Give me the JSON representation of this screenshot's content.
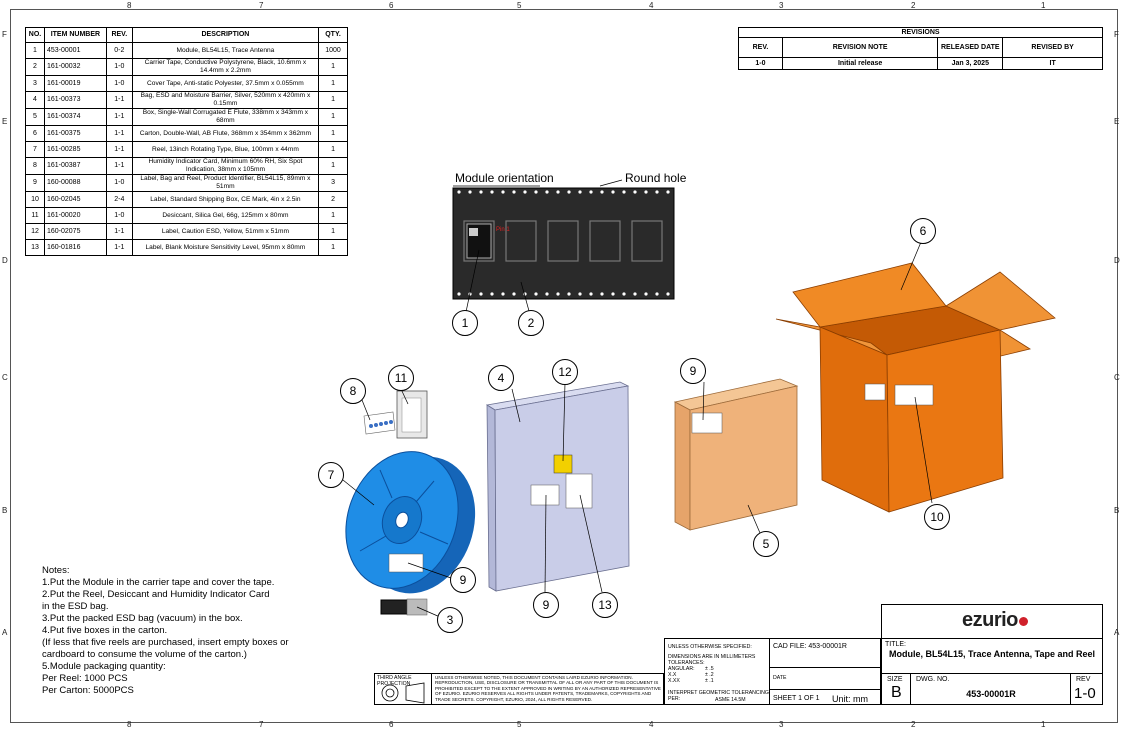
{
  "zones": {
    "top": [
      "8",
      "7",
      "6",
      "5",
      "4",
      "3",
      "2",
      "1"
    ],
    "side": [
      "F",
      "E",
      "D",
      "C",
      "B",
      "A"
    ]
  },
  "bom": {
    "headers": [
      "NO.",
      "ITEM NUMBER",
      "REV.",
      "DESCRIPTION",
      "QTY."
    ],
    "rows": [
      [
        "1",
        "453-00001",
        "0-2",
        "Module, BL54L15, Trace Antenna",
        "1000"
      ],
      [
        "2",
        "161-00032",
        "1-0",
        "Carrier Tape, Conductive Polystyrene, Black, 10.6mm x 14.4mm x 2.2mm",
        "1"
      ],
      [
        "3",
        "161-00019",
        "1-0",
        "Cover Tape, Anti-static Polyester, 37.5mm x 0.055mm",
        "1"
      ],
      [
        "4",
        "161-00373",
        "1-1",
        "Bag, ESD and Moisture Barrier, Silver, 520mm x 420mm x 0.15mm",
        "1"
      ],
      [
        "5",
        "161-00374",
        "1-1",
        "Box, Single-Wall Corrugated E Flute, 338mm x 343mm x 68mm",
        "1"
      ],
      [
        "6",
        "161-00375",
        "1-1",
        "Carton, Double-Wall, AB Flute, 368mm x 354mm x 362mm",
        "1"
      ],
      [
        "7",
        "161-00285",
        "1-1",
        "Reel, 13inch Rotating Type, Blue, 100mm x 44mm",
        "1"
      ],
      [
        "8",
        "161-00387",
        "1-1",
        "Humidity Indicator Card, Minimum 60% RH, Six Spot Indication, 38mm x 105mm",
        "1"
      ],
      [
        "9",
        "160-00088",
        "1-0",
        "Label, Bag and Reel, Product Identifier, BL54L15, 89mm x 51mm",
        "3"
      ],
      [
        "10",
        "160-02045",
        "2-4",
        "Label, Standard Shipping Box, CE Mark, 4in x 2.5in",
        "2"
      ],
      [
        "11",
        "161-00020",
        "1-0",
        "Desiccant, Silica Gel, 66g, 125mm x 80mm",
        "1"
      ],
      [
        "12",
        "160-02075",
        "1-1",
        "Label, Caution ESD, Yellow, 51mm x 51mm",
        "1"
      ],
      [
        "13",
        "160-01816",
        "1-1",
        "Label, Blank Moisture Sensitivity Level, 95mm x 80mm",
        "1"
      ]
    ]
  },
  "revisions": {
    "title": "REVISIONS",
    "headers": [
      "REV.",
      "REVISION NOTE",
      "RELEASED DATE",
      "REVISED BY"
    ],
    "row": [
      "1-0",
      "Initial release",
      "Jan 3, 2025",
      "IT"
    ]
  },
  "drawing": {
    "module_orientation": "Module orientation",
    "round_hole": "Round hole",
    "pin1": "Pin 1",
    "balloons": [
      "1",
      "2",
      "3",
      "4",
      "5",
      "6",
      "7",
      "8",
      "9",
      "9",
      "9",
      "10",
      "11",
      "12",
      "13"
    ]
  },
  "notes": {
    "title": "Notes:",
    "lines": [
      "1.Put the Module in the carrier tape and cover the tape.",
      "2.Put the Reel, Desiccant and Humidity Indicator Card",
      "in the ESD bag.",
      "3.Put the packed ESD bag (vacuum) in the box.",
      "4.Put five boxes in the carton.",
      "(If less that five reels are purchased, insert empty boxes or",
      "cardboard to consume the volume of the carton.)",
      "5.Module packaging quantity:",
      "Per Reel: 1000 PCS",
      "Per Carton: 5000PCS"
    ]
  },
  "title_block": {
    "logo": "ezurio",
    "unless_specified": "UNLESS OTHERWISE SPECIFIED:",
    "dims": "DIMENSIONS ARE IN MILLIMETERS",
    "tolerances": "TOLERANCES:",
    "angular": "ANGULAR:",
    "angular_val": "± .5",
    "xx": "X.X",
    "xx_val": "± .2",
    "xxx": "X.XX",
    "xxx_val": "± .1",
    "interpret": "INTERPRET GEOMETRIC TOLERANCING PER:",
    "asme": "ASME 14.5M",
    "cad_file": "CAD FILE: 453-00001R",
    "date": "DATE",
    "sheet": "SHEET 1 OF 1",
    "unit": "Unit: mm",
    "title_label": "TITLE:",
    "title": "Module, BL54L15, Trace Antenna, Tape and Reel",
    "size_label": "SIZE",
    "size": "B",
    "dwg_label": "DWG. NO.",
    "dwg": "453-00001R",
    "rev_label": "REV",
    "rev": "1-0",
    "projection": "THIRD ANGLE PROJECTION",
    "disclaimer": "UNLESS OTHERWISE NOTED, THIS DOCUMENT CONTAINS LAIRD EZURIO INFORMATION. REPRODUCTION, USE, DISCLOSURE OR TRANSMITTAL OF ALL OR ANY PART OF THIS DOCUMENT IS PROHIBITED EXCEPT TO THE EXTENT APPROVED IN WRITING BY AN AUTHORIZED REPRESENTATIVE OF EZURIO. EZURIO RESERVES ALL RIGHTS UNDER PATENTS, TRADEMARKS, COPYRIGHTS AND TRADE SECRETS. COPYRIGHT, EZURIO, 2024, ALL RIGHTS RESERVED."
  },
  "colors": {
    "carton": "#e8720c",
    "box": "#efb27a",
    "bag": "#c9cde8",
    "reel": "#1f8de6",
    "tape": "#2a2a2a",
    "logo_red": "#d0212b"
  }
}
